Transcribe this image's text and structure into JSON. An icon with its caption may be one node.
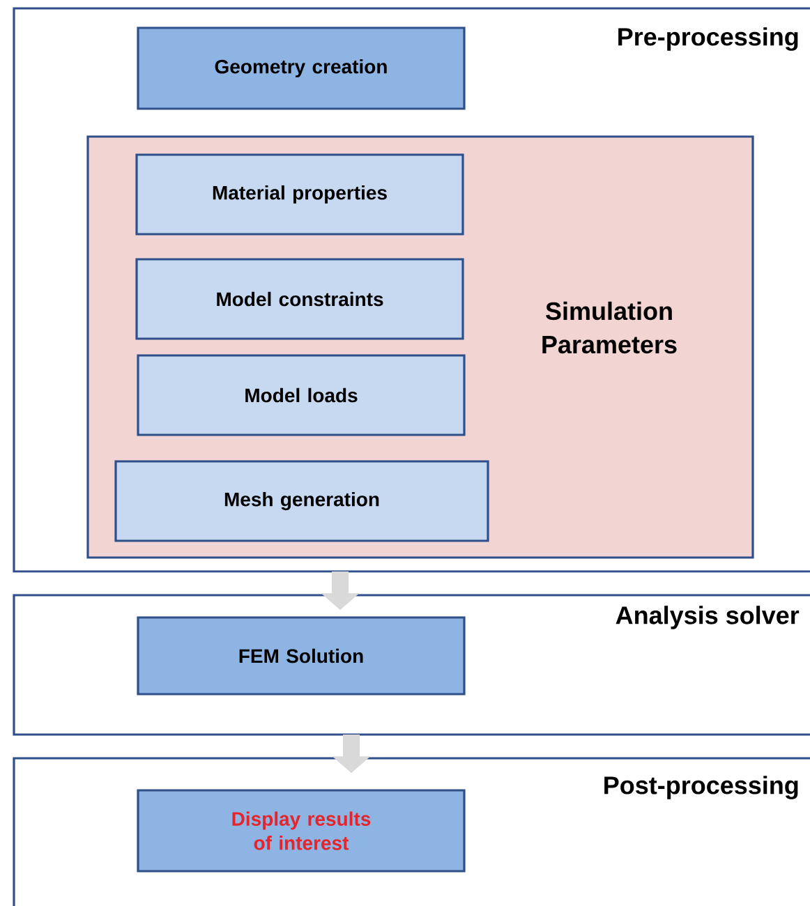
{
  "diagram": {
    "nodes": [
      {
        "text": [
          "Pre-processing"
        ]
      },
      {
        "text": [
          "Geometry creation"
        ],
        "in": 0
      },
      {
        "text": [
          "Simulation Parameters"
        ],
        "in": 0
      },
      {
        "text": [
          "Material properties"
        ],
        "in": 2
      },
      {
        "text": [
          "Model constraints"
        ],
        "in": 2
      },
      {
        "text": [
          "Model loads"
        ],
        "in": 2
      },
      {
        "text": [
          "Mesh generation"
        ],
        "in": 2
      },
      {
        "text": [
          "Analysis solver"
        ]
      },
      {
        "text": [
          "FEM Solution"
        ],
        "in": 7
      },
      {
        "text": [
          "Post-processing"
        ]
      },
      {
        "text": [
          "Display results of interest"
        ],
        "in": 9
      }
    ],
    "edges": [
      {
        "from": 0,
        "to": 7,
        "arrow": "to"
      },
      {
        "from": 7,
        "to": 9,
        "arrow": "to"
      }
    ]
  }
}
